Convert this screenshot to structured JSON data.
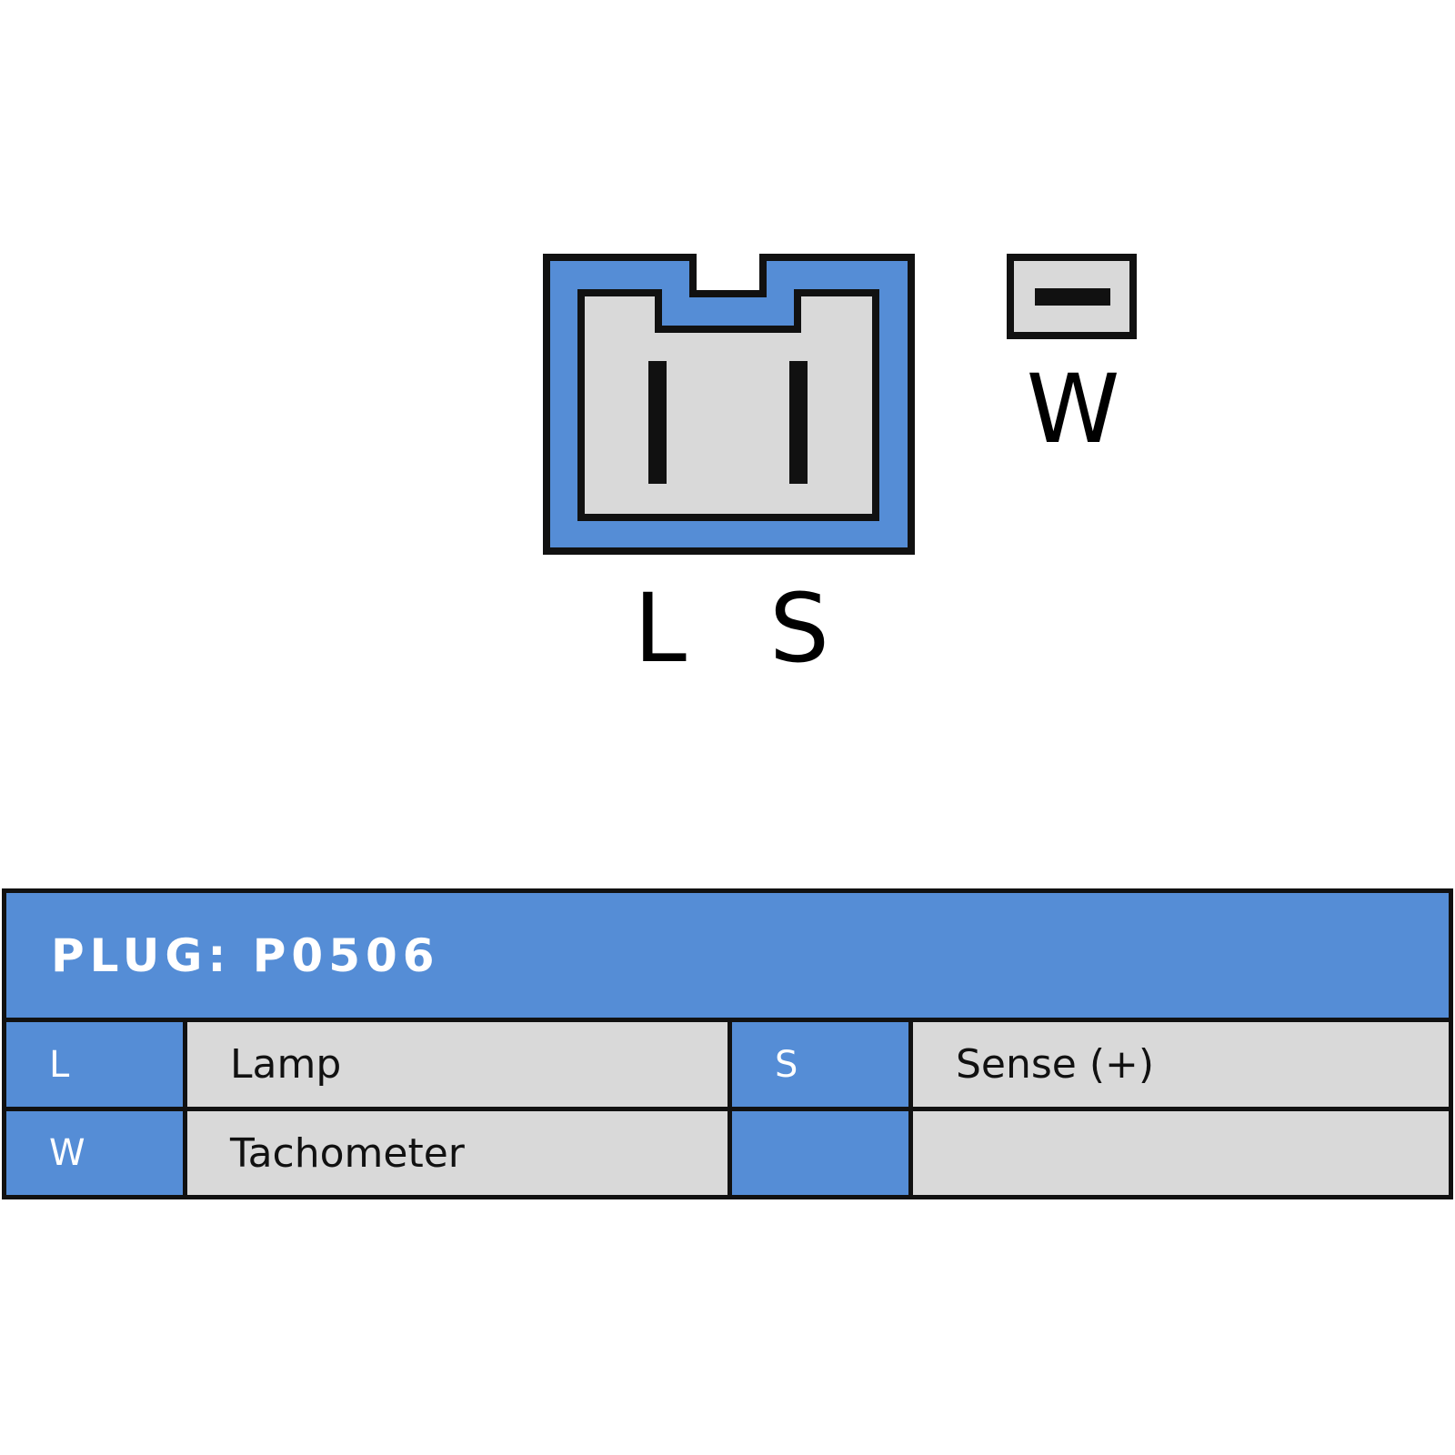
{
  "colors": {
    "accent": "#558dd6",
    "cell": "#d9d9d9",
    "outline": "#111111",
    "header_text": "#ffffff"
  },
  "connector": {
    "main_pins": [
      "L",
      "S"
    ],
    "aux_pin": "W"
  },
  "table": {
    "title": "PLUG: P0506",
    "rows": [
      [
        {
          "pin": "L",
          "desc": "Lamp"
        },
        {
          "pin": "S",
          "desc": "Sense (+)"
        }
      ],
      [
        {
          "pin": "W",
          "desc": "Tachometer"
        },
        {
          "pin": "",
          "desc": ""
        }
      ]
    ]
  }
}
